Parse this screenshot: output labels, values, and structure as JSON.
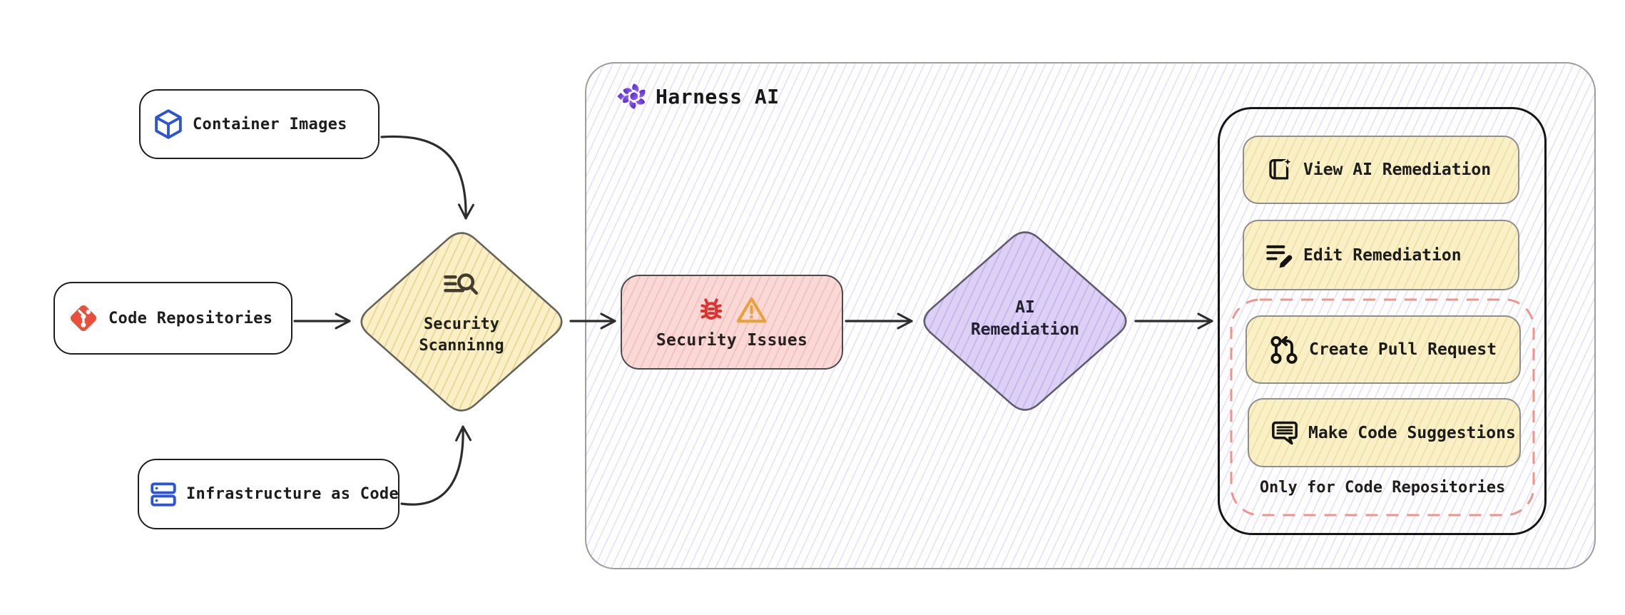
{
  "sources": [
    {
      "id": "container-images",
      "label": "Container Images",
      "icon": "cube-icon"
    },
    {
      "id": "code-repositories",
      "label": "Code Repositories",
      "icon": "git-icon"
    },
    {
      "id": "infrastructure-as-code",
      "label": "Infrastructure as Code",
      "icon": "server-stack-icon"
    }
  ],
  "scanning_diamond": {
    "line1": "Security",
    "line2": "Scanninng",
    "icon": "search-list-icon"
  },
  "harness_group": {
    "title": "Harness AI",
    "icon": "harness-logo-icon"
  },
  "issues_node": {
    "label": "Security Issues",
    "icons": [
      "bug-icon",
      "warning-icon"
    ]
  },
  "remediation_diamond": {
    "line1": "AI",
    "line2": "Remediation"
  },
  "action_buttons": [
    {
      "label": "View AI Remediation",
      "icon": "document-sparkle-icon",
      "restricted": false
    },
    {
      "label": "Edit Remediation",
      "icon": "list-pencil-icon",
      "restricted": false
    },
    {
      "label": "Create Pull Request",
      "icon": "pull-request-icon",
      "restricted": true
    },
    {
      "label": "Make Code Suggestions",
      "icon": "message-lines-icon",
      "restricted": true
    }
  ],
  "restricted_note": "Only for Code Repositories",
  "colors": {
    "node_yellow": "#FAEFC5",
    "node_pink": "#F9D8D6",
    "node_purple": "#DDD0F5",
    "dashed_red": "#F0948A",
    "harness_purple": "#6B3BE4",
    "git_red": "#E8503C",
    "icon_blue": "#2B55D4",
    "bug_red": "#E03131",
    "warning_orange": "#E9A23B",
    "arrow_dark": "#2C2C2C",
    "group_border": "#9E9E9E",
    "panel_border": "#151515"
  }
}
